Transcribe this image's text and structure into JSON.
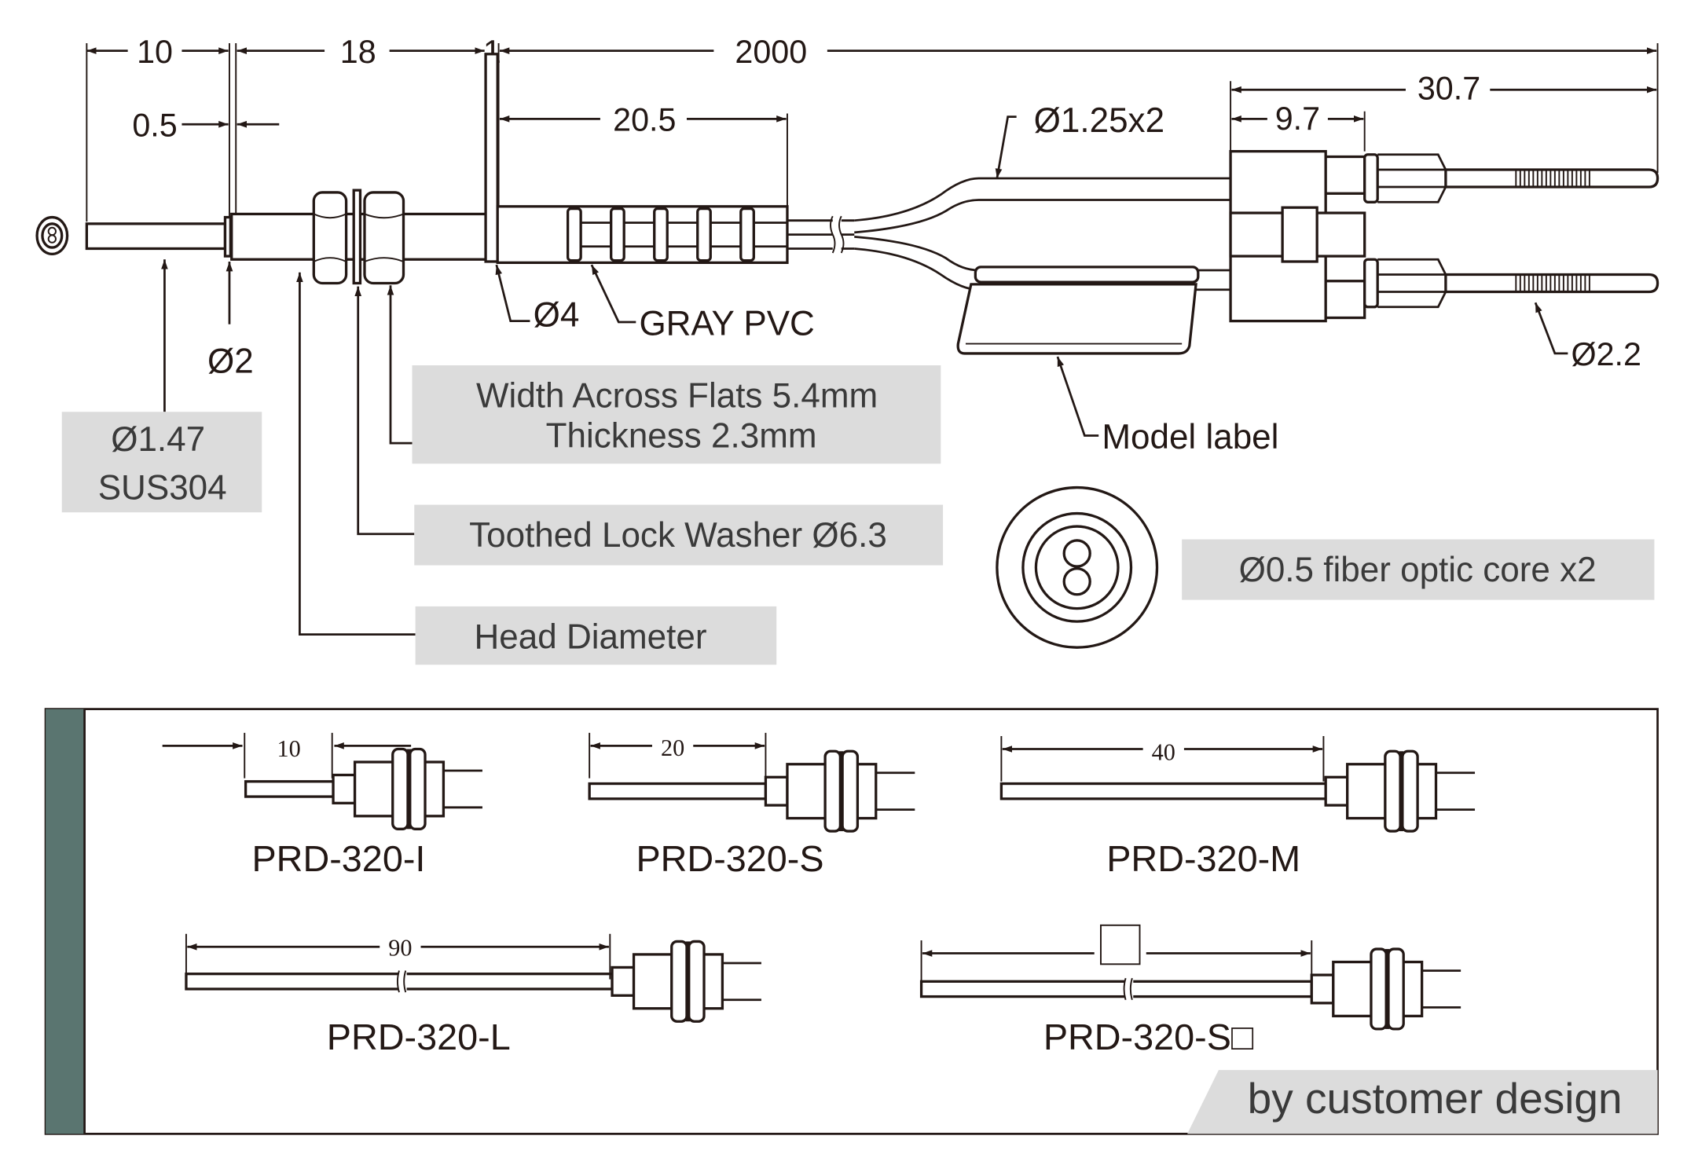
{
  "dimensions": {
    "d10": "10",
    "d18": "18",
    "d1": "1",
    "d2000": "2000",
    "d05": "0.5",
    "d205": "20.5",
    "d125x2": "Ø1.25x2",
    "d97": "9.7",
    "d307": "30.7",
    "d22": "Ø2.2",
    "d4": "Ø4",
    "d2": "Ø2"
  },
  "callouts": {
    "gray_pvc": "GRAY PVC",
    "model_label": "Model label",
    "tube_line1": "Ø1.47",
    "tube_line2": "SUS304",
    "flats_line1": "Width Across Flats 5.4mm",
    "flats_line2": "Thickness 2.3mm",
    "washer": "Toothed Lock Washer Ø6.3",
    "head": "Head Diameter",
    "core": "Ø0.5 fiber optic core x2"
  },
  "variants": [
    {
      "name": "PRD-320-I",
      "length": "10"
    },
    {
      "name": "PRD-320-S",
      "length": "20"
    },
    {
      "name": "PRD-320-M",
      "length": "40"
    },
    {
      "name": "PRD-320-L",
      "length": "90"
    },
    {
      "name": "PRD-320-S□",
      "length": ""
    }
  ],
  "custom_note": "by customer design",
  "colors": {
    "accent_bar": "#5a7570",
    "label_box": "#dcdcdc",
    "line": "#231815"
  }
}
